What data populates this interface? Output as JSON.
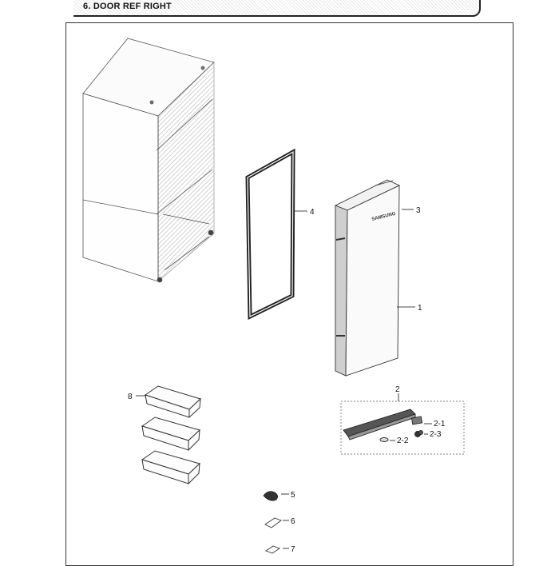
{
  "header": {
    "title": "6. DOOR REF RIGHT"
  },
  "callouts": {
    "c1": "1",
    "c2": "2",
    "c2_1": "2-1",
    "c2_2": "2-2",
    "c2_3": "2-3",
    "c3": "3",
    "c4": "4",
    "c5": "5",
    "c6": "6",
    "c7": "7",
    "c8": "8"
  },
  "brand_mark": "SAMSUNG",
  "colors": {
    "line": "#333333",
    "shade": "#9a9a9a",
    "background": "#ffffff"
  }
}
